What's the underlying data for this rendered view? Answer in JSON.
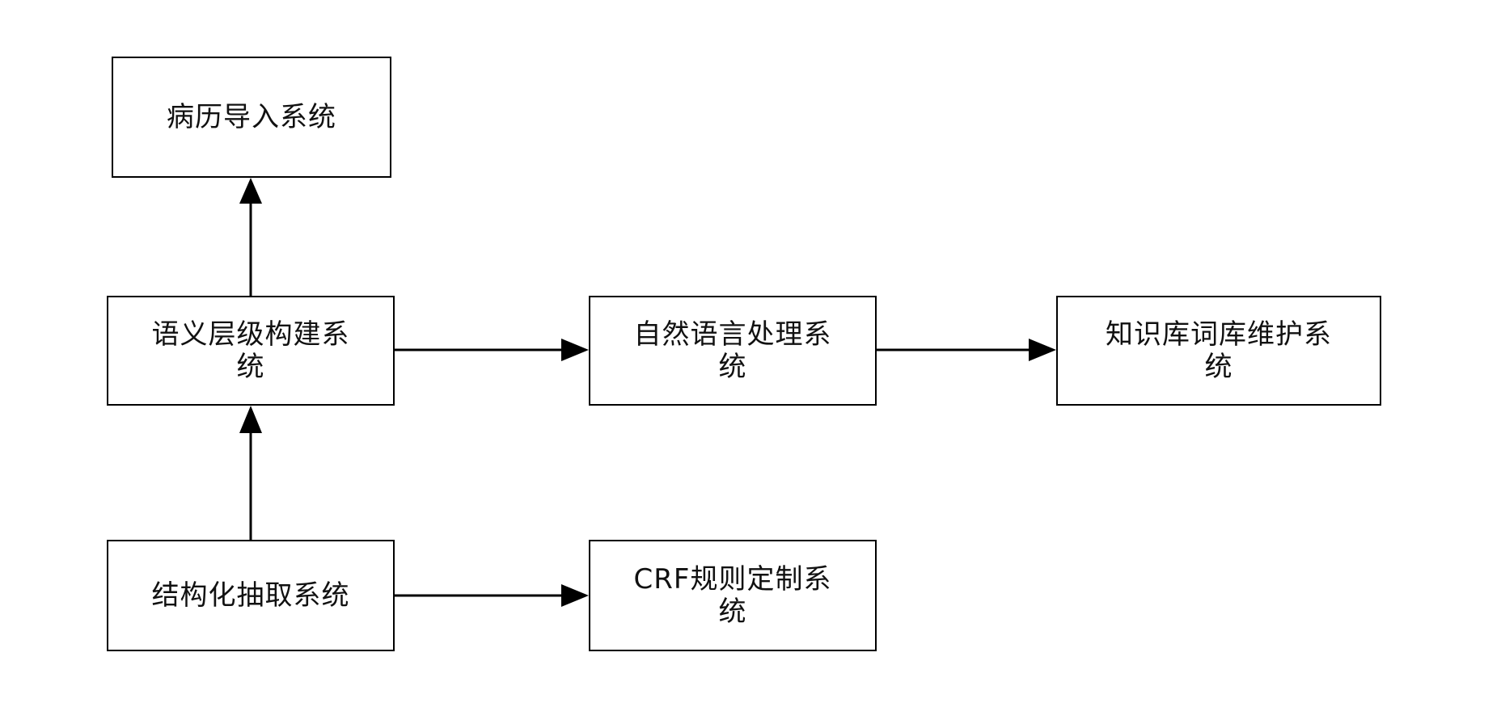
{
  "diagram": {
    "nodes": {
      "import": "病历导入系统",
      "semantic": "语义层级构建系\n统",
      "nlp": "自然语言处理系\n统",
      "kb": "知识库词库维护系\n统",
      "extract": "结构化抽取系统",
      "crf": "CRF规则定制系\n统"
    },
    "edges": [
      {
        "from": "semantic",
        "to": "import"
      },
      {
        "from": "semantic",
        "to": "nlp"
      },
      {
        "from": "nlp",
        "to": "kb"
      },
      {
        "from": "extract",
        "to": "semantic"
      },
      {
        "from": "extract",
        "to": "crf"
      }
    ]
  }
}
